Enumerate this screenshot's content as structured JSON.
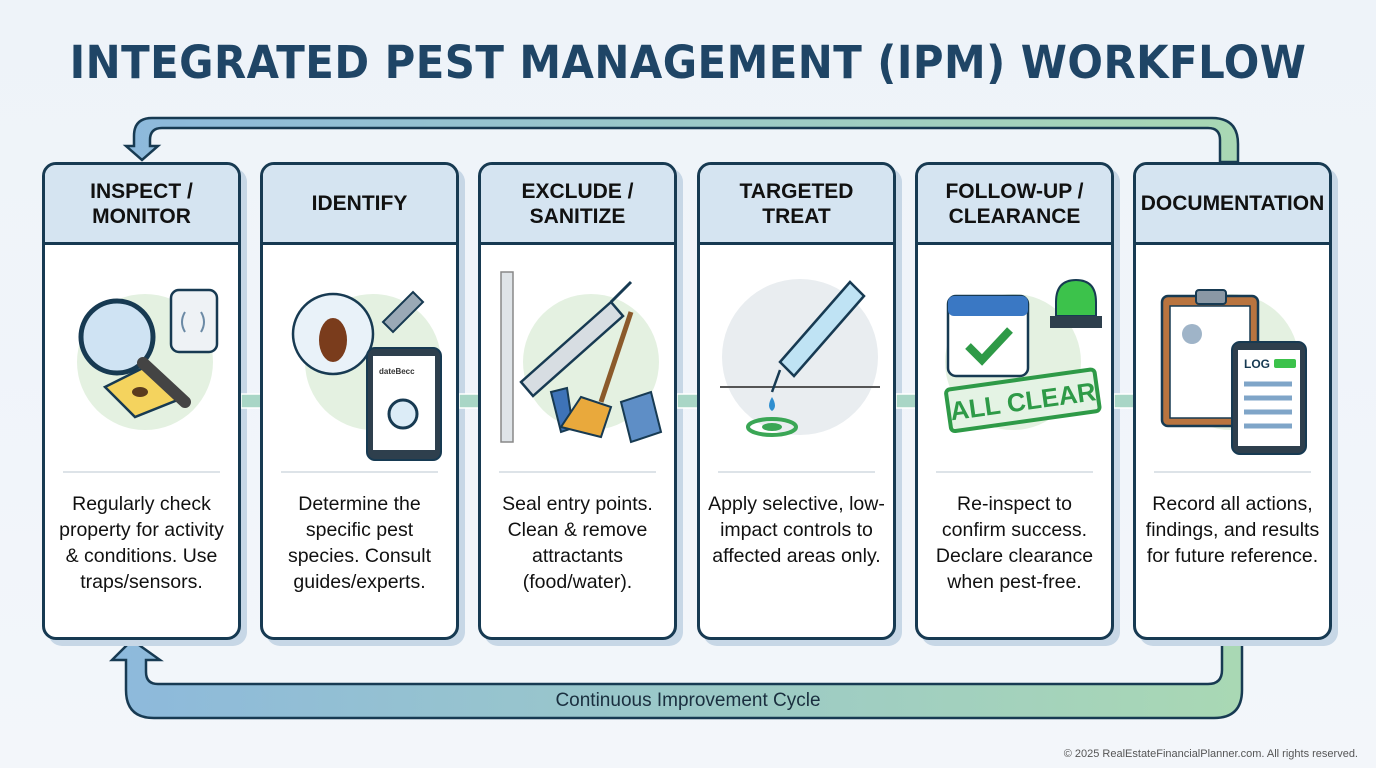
{
  "title": "INTEGRATED PEST MANAGEMENT (IPM) WORKFLOW",
  "steps": [
    {
      "title": "INSPECT / MONITOR",
      "desc": "Regularly check property for activity & conditions. Use traps/sensors.",
      "icon": "magnifier-trap-sensor-icon"
    },
    {
      "title": "IDENTIFY",
      "desc": "Determine the specific pest species. Consult guides/experts.",
      "icon": "bug-microscope-tablet-icon",
      "tablet_text": "dateBecc"
    },
    {
      "title": "EXCLUDE / SANITIZE",
      "desc": "Seal entry points. Clean & remove attractants (food/water).",
      "icon": "caulk-gun-broom-icon"
    },
    {
      "title": "TARGETED TREAT",
      "desc": "Apply selective, low-impact controls to affected areas only.",
      "icon": "syringe-target-icon"
    },
    {
      "title": "FOLLOW-UP / CLEARANCE",
      "desc": "Re-inspect to confirm success. Declare clearance when pest-free.",
      "icon": "calendar-check-alarm-icon",
      "stamp_text": "ALL CLEAR"
    },
    {
      "title": "DOCUMENTATION",
      "desc": "Record all actions, findings, and results for future reference.",
      "icon": "clipboard-log-tablet-icon",
      "log_text": "LOG"
    }
  ],
  "cycle_label": "Continuous Improvement Cycle",
  "copyright": "© 2025 RealEstateFinancialPlanner.com. All rights reserved.",
  "colors": {
    "title": "#1f4566",
    "border": "#173a52",
    "header": "#d5e4f1",
    "loop_blue": "#8db9dc",
    "loop_green": "#a9d8b4"
  }
}
